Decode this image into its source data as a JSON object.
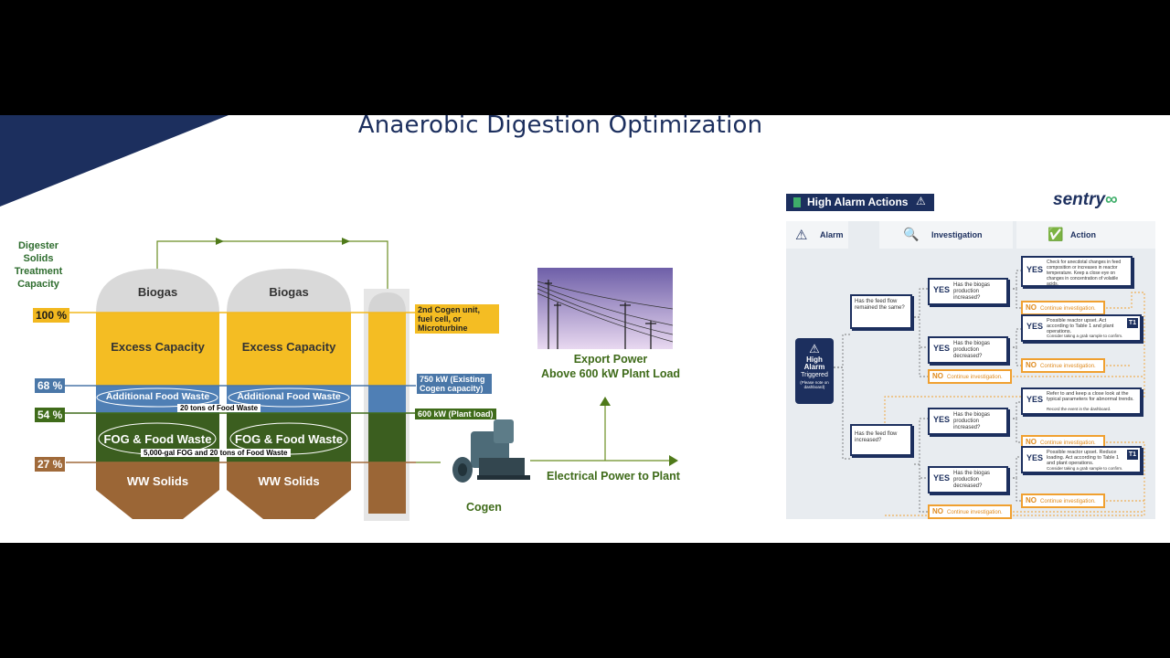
{
  "title": "Anaerobic Digestion Optimization",
  "diagram": {
    "side_title": "Digester Solids Treatment Capacity",
    "levels": [
      {
        "label": "100 %",
        "color": "#f2b81f"
      },
      {
        "label": "68 %",
        "color": "#4a77a8"
      },
      {
        "label": "54 %",
        "color": "#3f6b1a"
      },
      {
        "label": "27 %",
        "color": "#a06a3a"
      }
    ],
    "tanks": [
      {
        "biogas": "Biogas",
        "excess": "Excess Capacity",
        "additional": "Additional Food Waste",
        "fog": "FOG & Food Waste",
        "solids": "WW Solids"
      },
      {
        "biogas": "Biogas",
        "excess": "Excess Capacity",
        "additional": "Additional Food Waste",
        "fog": "FOG & Food Waste",
        "solids": "WW Solids"
      }
    ],
    "food_waste_note": "20 tons of Food Waste",
    "fog_note": "5,000-gal  FOG and 20 tons of Food Waste",
    "tags": {
      "cogen2": "2nd Cogen unit, fuel cell, or Microturbine",
      "kw750": "750 kW (Existing Cogen capacity)",
      "kw600": "600 kW (Plant load)"
    },
    "export_power": "Export Power",
    "export_power_sub": "Above 600 kW Plant Load",
    "electrical": "Electrical Power to Plant",
    "cogen": "Cogen"
  },
  "flowchart": {
    "header": "High Alarm Actions",
    "brand": "sentry",
    "columns": [
      "Alarm",
      "Investigation",
      "Action"
    ],
    "alarm_box": {
      "line1": "High",
      "line2": "Alarm",
      "line3": "Triggered",
      "note": "(Please note on dashboard)"
    },
    "q1": "Has the feed flow remained the same?",
    "q2": "Has the feed flow increased?",
    "q_increased": "Has the biogas production increased?",
    "q_decreased": "Has the biogas production decreased?",
    "yes": "YES",
    "no": "NO",
    "continue": "Continue investigation.",
    "a1": "Check for anecdotal changes in feed composition or increases in reactor temperature. Keep a close eye on changes in concentration of volatile acids.",
    "a2": "Possible reactor upset. Act according to Table 1 and plant operations.",
    "a2b": "Consider taking a grab sample to confirm.",
    "a3": "Refer to and keep a close look at the typical parameters for abnormal trends.",
    "a3b": "Record the event in the dashboard.",
    "a4": "Possible reactor upset. Reduce loading. Act according to Table 1 and plant operations.",
    "a4b": "Consider taking a grab sample to confirm.",
    "t1": "T1"
  }
}
